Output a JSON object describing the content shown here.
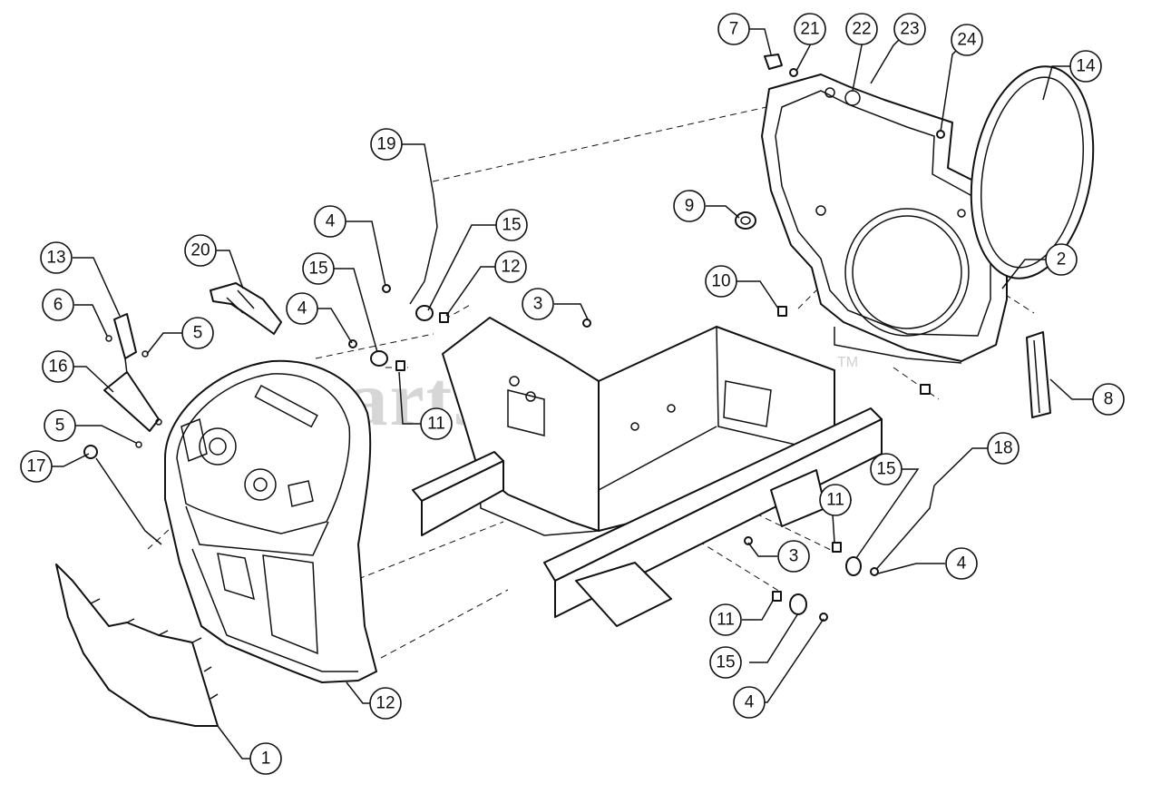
{
  "watermark": {
    "text": "PartsTree",
    "trademark": "TM"
  },
  "callouts": [
    {
      "label": "1"
    },
    {
      "label": "2"
    },
    {
      "label": "3"
    },
    {
      "label": "3"
    },
    {
      "label": "4"
    },
    {
      "label": "4"
    },
    {
      "label": "4"
    },
    {
      "label": "4"
    },
    {
      "label": "5"
    },
    {
      "label": "5"
    },
    {
      "label": "6"
    },
    {
      "label": "7"
    },
    {
      "label": "8"
    },
    {
      "label": "9"
    },
    {
      "label": "10"
    },
    {
      "label": "11"
    },
    {
      "label": "11"
    },
    {
      "label": "11"
    },
    {
      "label": "12"
    },
    {
      "label": "12"
    },
    {
      "label": "13"
    },
    {
      "label": "14"
    },
    {
      "label": "15"
    },
    {
      "label": "15"
    },
    {
      "label": "15"
    },
    {
      "label": "15"
    },
    {
      "label": "16"
    },
    {
      "label": "17"
    },
    {
      "label": "18"
    },
    {
      "label": "19"
    },
    {
      "label": "20"
    },
    {
      "label": "21"
    },
    {
      "label": "22"
    },
    {
      "label": "23"
    },
    {
      "label": "24"
    }
  ]
}
